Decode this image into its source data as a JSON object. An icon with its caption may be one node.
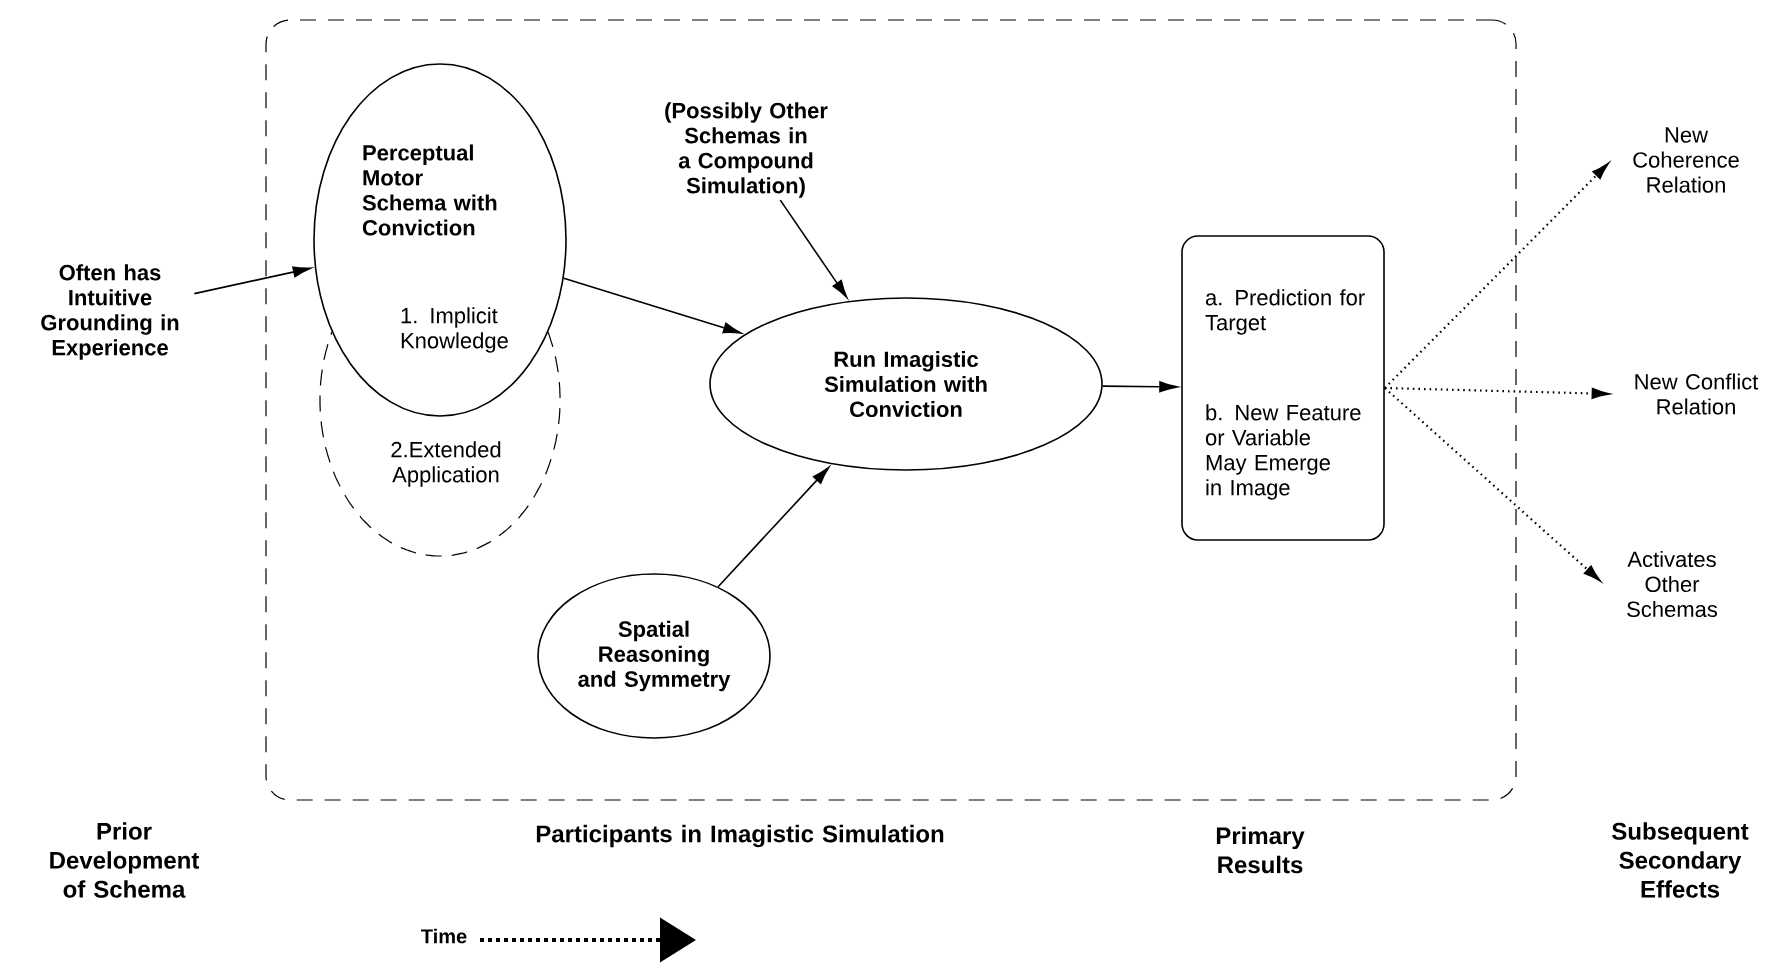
{
  "diagram": {
    "nodes": [
      {
        "text": [],
        "shape": "box"
      },
      {
        "text": [
          "Often has Intuitive Grounding in Experience"
        ]
      },
      {
        "text": [
          "Perceptual Motor Schema with Conviction",
          "1. Implicit Knowledge"
        ],
        "in": 0
      },
      {
        "text": [
          "2.Extended Application"
        ],
        "in": 0
      },
      {
        "text": [
          "(Possibly Other Schemas in a Compound Simulation)"
        ],
        "in": 0
      },
      {
        "text": [
          "Run Imagistic Simulation with Conviction"
        ],
        "in": 0
      },
      {
        "text": [
          "Spatial Reasoning and Symmetry"
        ],
        "in": 0
      },
      {
        "text": [
          "a. Prediction for Target",
          "b. New Feature or Variable May Emerge in Image"
        ],
        "in": 0
      },
      {
        "text": [
          "New Coherence Relation"
        ]
      },
      {
        "text": [
          "New Conflict Relation"
        ]
      },
      {
        "text": [
          "Activates Other Schemas"
        ]
      }
    ],
    "edges": [
      {
        "from": 1,
        "to": 2,
        "arrow": "to"
      },
      {
        "from": 2,
        "to": 5,
        "arrow": "to"
      },
      {
        "from": 4,
        "to": 5,
        "arrow": "to"
      },
      {
        "from": 6,
        "to": 5,
        "arrow": "to"
      },
      {
        "from": 5,
        "to": 7,
        "arrow": "to"
      },
      {
        "from": 7,
        "to": 8,
        "arrow": "to",
        "style": "dashed"
      },
      {
        "from": 7,
        "to": 9,
        "arrow": "to",
        "style": "dashed"
      },
      {
        "from": 7,
        "to": 10,
        "arrow": "to",
        "style": "dashed"
      }
    ],
    "labels": [
      "Prior Development of Schema",
      "Participants in  Imagistic  Simulation",
      "Primary Results",
      "Subsequent Secondary Effects",
      "Time"
    ]
  }
}
